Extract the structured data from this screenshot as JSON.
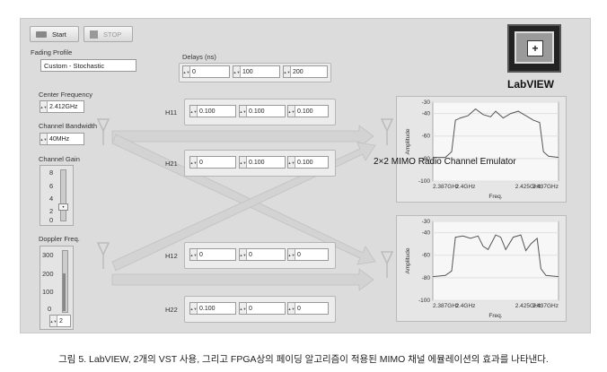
{
  "toolbar": {
    "start_label": "Start",
    "stop_label": "STOP"
  },
  "fading_profile": {
    "label": "Fading Profile",
    "value": "Custom - Stochastic"
  },
  "delays": {
    "label": "Delays (ns)",
    "values": [
      "0",
      "100",
      "200"
    ]
  },
  "center_frequency": {
    "label": "Center Frequency",
    "value": "2.412GHz"
  },
  "channel_bandwidth": {
    "label": "Channel Bandwidth",
    "value": "40MHz"
  },
  "channel_gain": {
    "label": "Channel Gain",
    "ticks": [
      "8",
      "6",
      "4",
      "2",
      "0"
    ]
  },
  "doppler": {
    "label": "Doppler Freq.",
    "ticks": [
      "300",
      "200",
      "100",
      "0"
    ],
    "value": "2"
  },
  "taps": [
    {
      "label": "H11",
      "values": [
        "0.100",
        "0.100",
        "0.100"
      ]
    },
    {
      "label": "H21",
      "values": [
        "0",
        "0.100",
        "0.100"
      ]
    },
    {
      "label": "H12",
      "values": [
        "0",
        "0",
        "0"
      ]
    },
    {
      "label": "H22",
      "values": [
        "0.100",
        "0",
        "0"
      ]
    }
  ],
  "overlay_title": "2×2 MIMO Radio Channel Emulator",
  "logo": {
    "brand": "LabVIEW"
  },
  "chart_data": [
    {
      "type": "line",
      "ylabel": "Amplitude",
      "xlabel": "Freq.",
      "y_ticks": [
        "-30",
        "-40",
        "-60",
        "-80",
        "-100"
      ],
      "x_ticks": [
        "2.387GHz",
        "2.4GHz",
        "2.425GHz",
        "2.437GHz"
      ],
      "ylim": [
        -100,
        -30
      ],
      "xlim": [
        2.387,
        2.437
      ],
      "x": [
        2.387,
        2.392,
        2.3945,
        2.396,
        2.398,
        2.401,
        2.404,
        2.407,
        2.41,
        2.412,
        2.415,
        2.418,
        2.421,
        2.424,
        2.427,
        2.4295,
        2.431,
        2.433,
        2.437
      ],
      "series": [
        {
          "values": [
            -79,
            -79,
            -74,
            -46,
            -44,
            -42,
            -36,
            -41,
            -43,
            -38,
            -44,
            -40,
            -38,
            -42,
            -46,
            -48,
            -74,
            -78,
            -79
          ]
        }
      ]
    },
    {
      "type": "line",
      "ylabel": "Amplitude",
      "xlabel": "Freq.",
      "y_ticks": [
        "-30",
        "-40",
        "-60",
        "-80",
        "-100"
      ],
      "x_ticks": [
        "2.387GHz",
        "2.4GHz",
        "2.425GHz",
        "2.437GHz"
      ],
      "ylim": [
        -100,
        -30
      ],
      "xlim": [
        2.387,
        2.437
      ],
      "x": [
        2.387,
        2.392,
        2.3945,
        2.396,
        2.399,
        2.402,
        2.405,
        2.407,
        2.409,
        2.412,
        2.414,
        2.416,
        2.419,
        2.422,
        2.424,
        2.426,
        2.4285,
        2.43,
        2.432,
        2.437
      ],
      "series": [
        {
          "values": [
            -79,
            -78,
            -74,
            -44,
            -43,
            -45,
            -43,
            -52,
            -55,
            -42,
            -44,
            -55,
            -44,
            -42,
            -56,
            -50,
            -45,
            -72,
            -78,
            -79
          ]
        }
      ]
    }
  ],
  "caption": "그림 5. LabVIEW, 2개의 VST 사용, 그리고 FPGA상의 페이딩 알고리즘이 적용된 MIMO 채널 에뮬레이션의 효과를 나타낸다."
}
